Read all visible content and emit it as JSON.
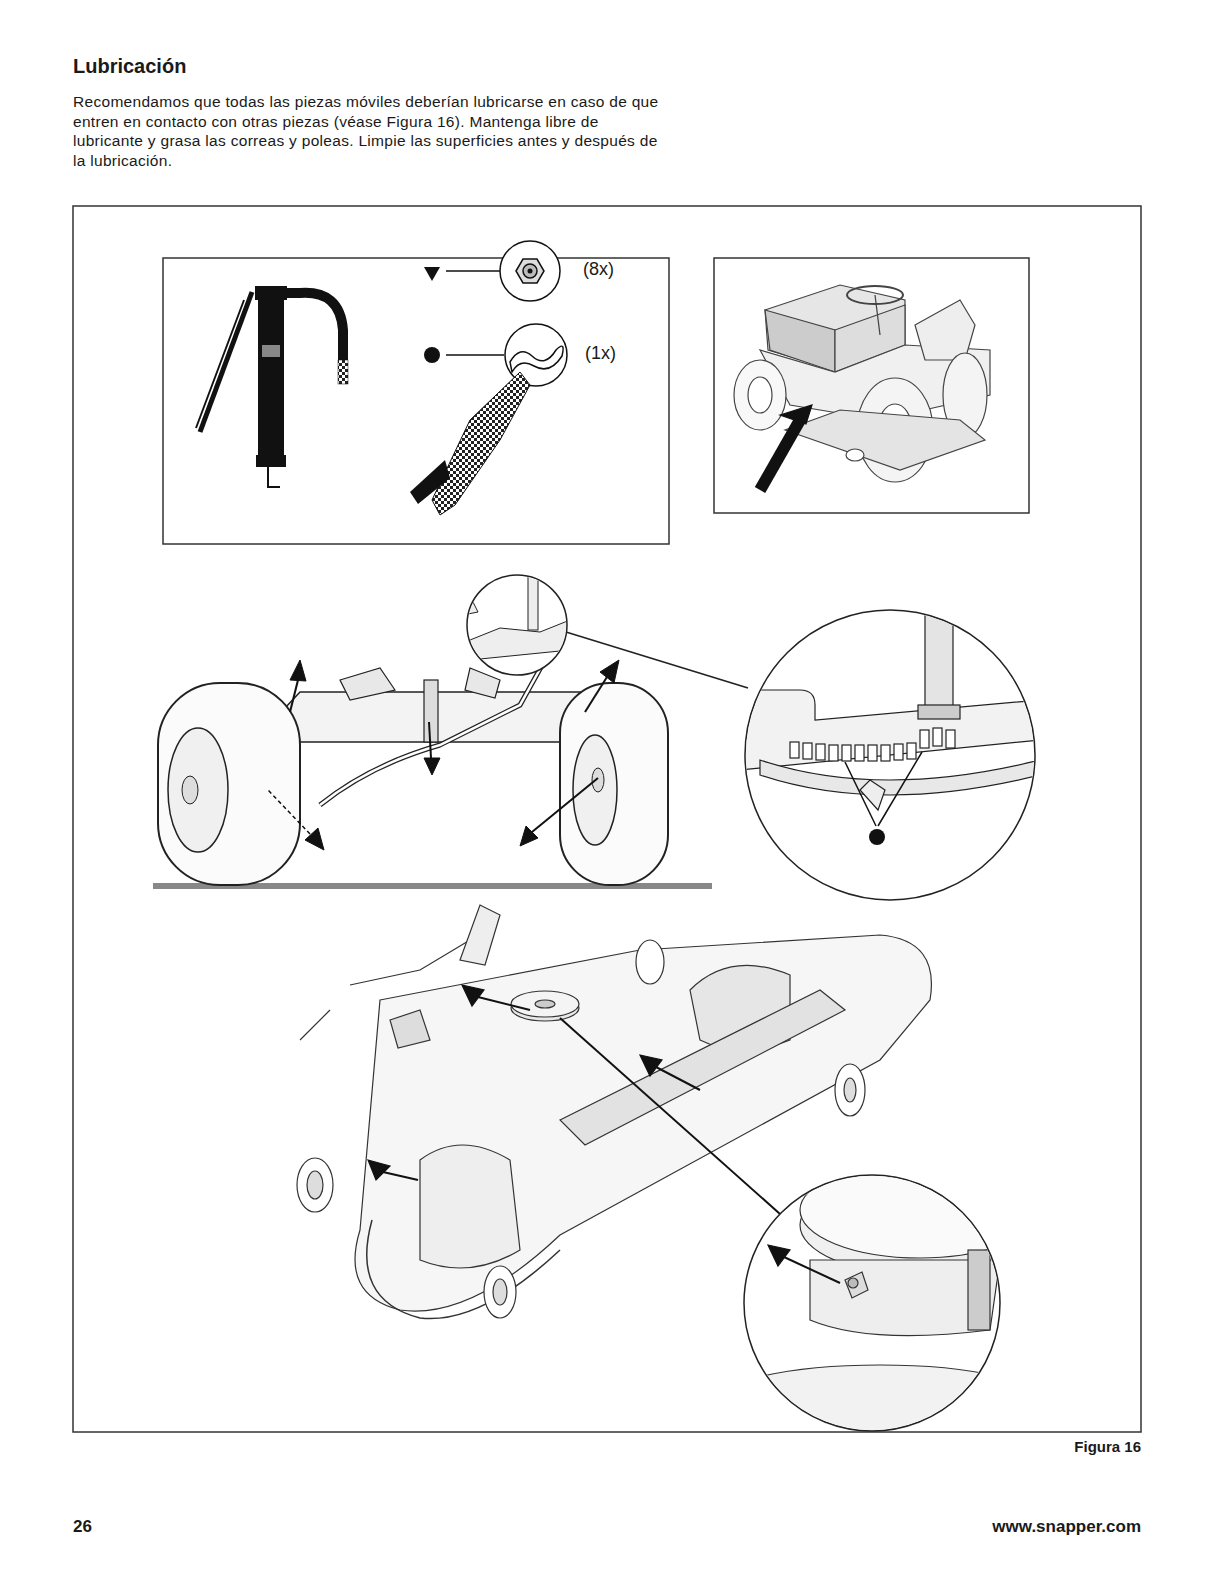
{
  "diagram": {
    "title": "Lubricación",
    "labels": [
      "Recomendamos que todas las piezas móviles deberían lubricarse en caso de que entren en contacto con otras piezas (véase Figura 16). Mantenga libre de lubricante y grasa las correas y poleas. Limpie las superficies antes y después de la lubricación.",
      "(8x)",
      "(1x)",
      "26",
      "www.snapper.com"
    ],
    "caption": "Figura 16"
  }
}
